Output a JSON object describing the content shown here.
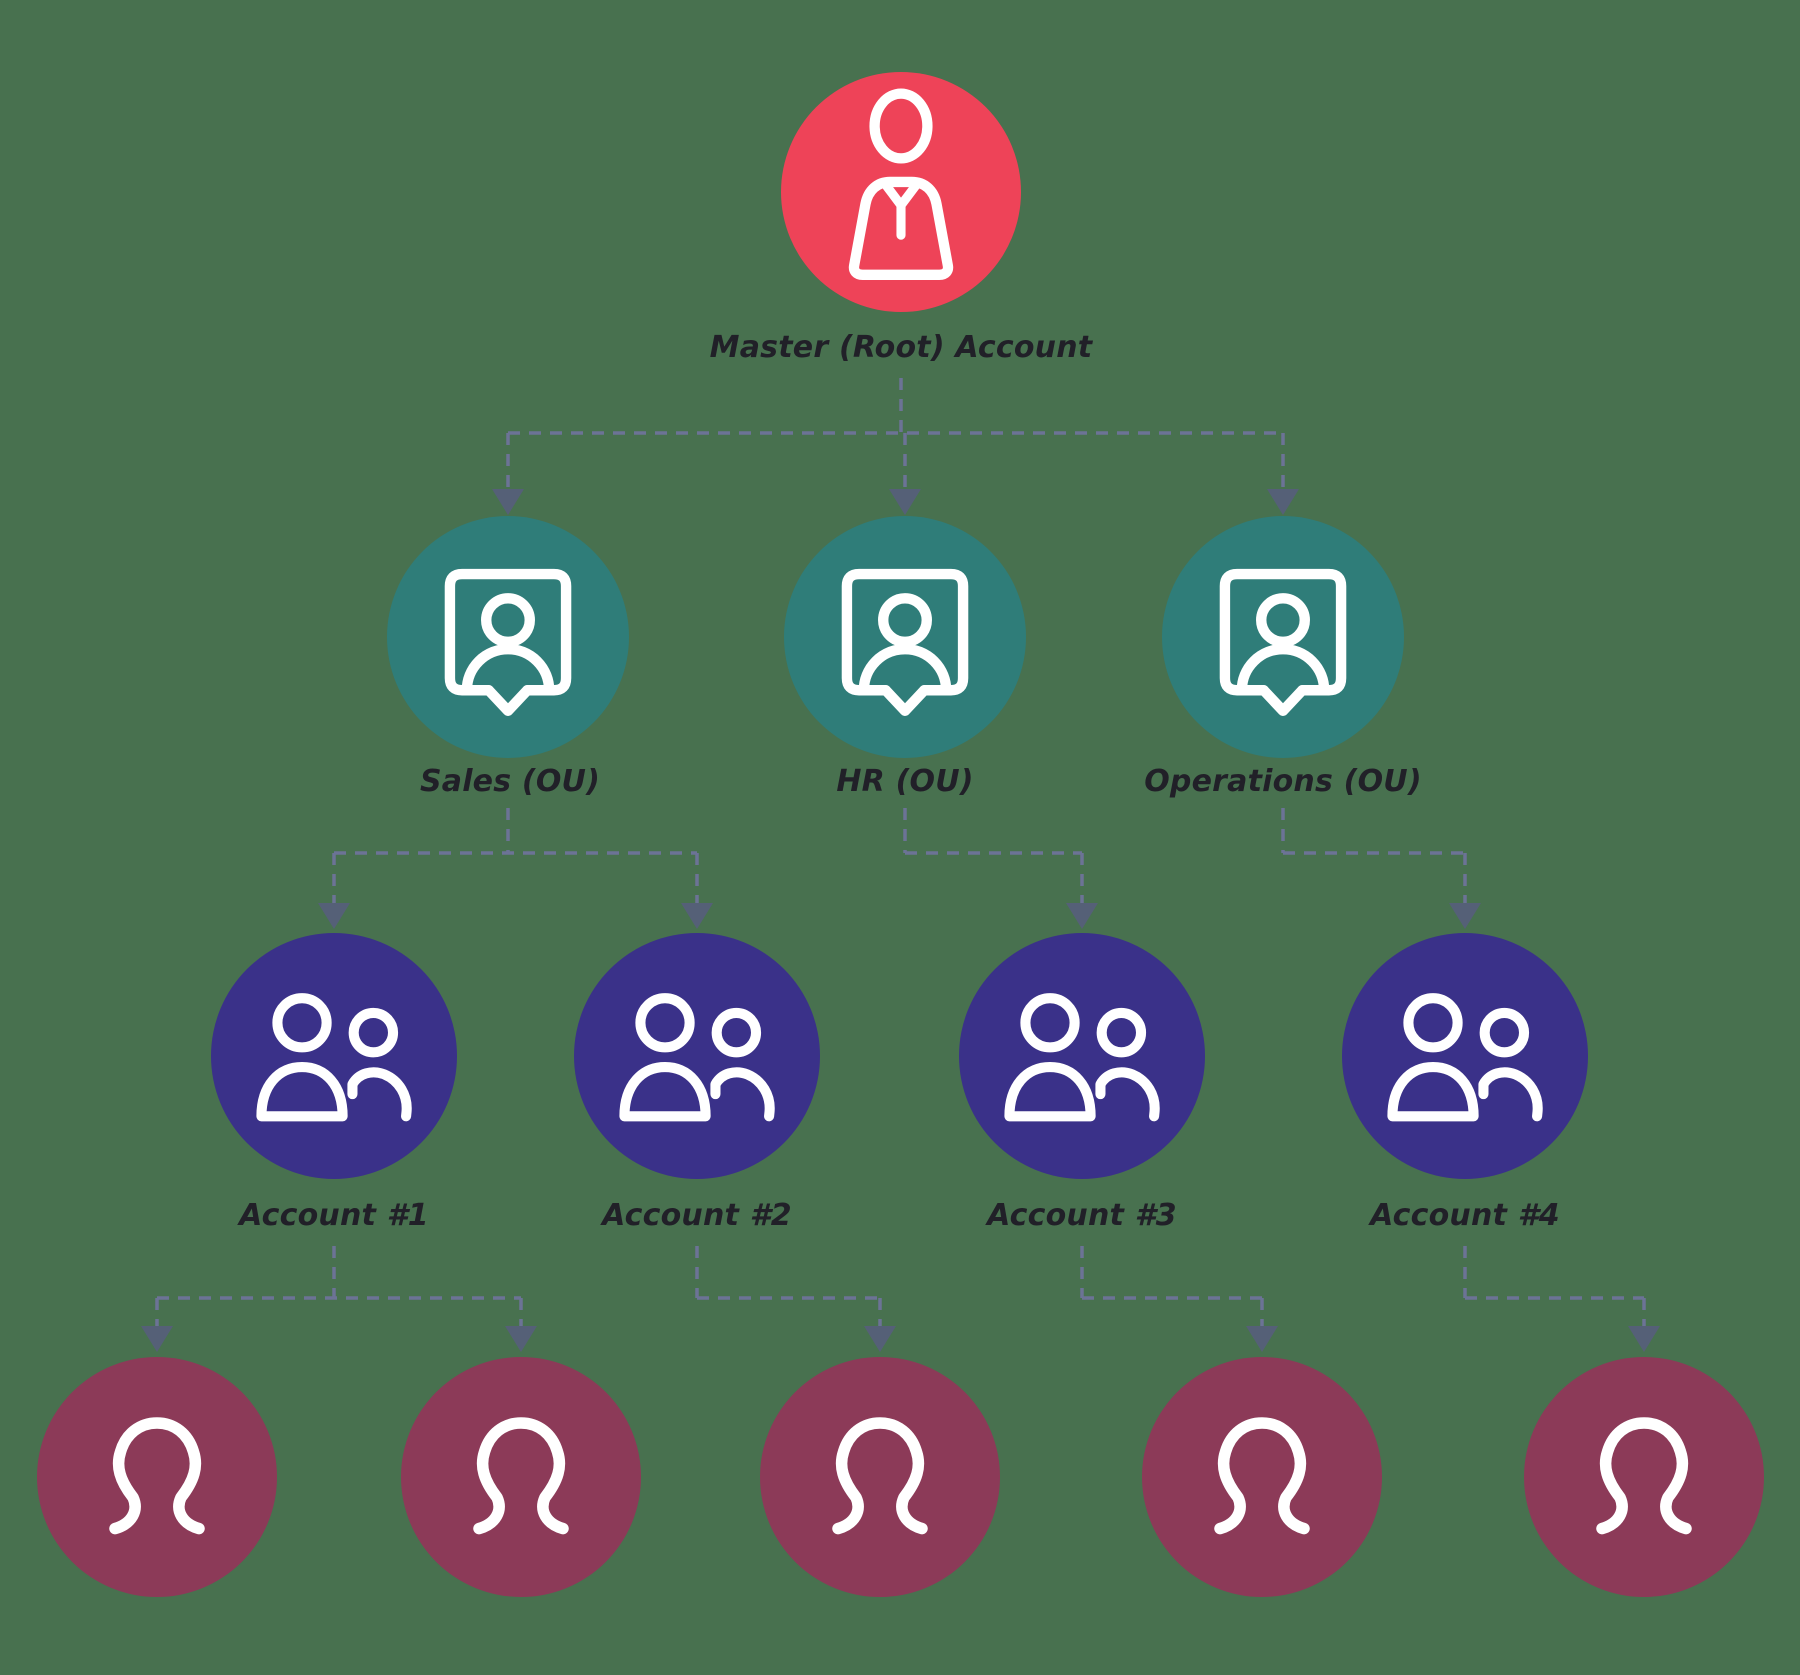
{
  "palette": {
    "bg": "#48714F",
    "node_root": "#EE4358",
    "node_ou": "#2F7D79",
    "node_account": "#3A3189",
    "node_user": "#8C3A58",
    "icon_stroke": "#FFFFFF",
    "connector": "#6C7396",
    "arrowhead": "#556077",
    "label": "#212028"
  },
  "diagram": {
    "root": {
      "label": "Master (Root) Account",
      "icon": "person-icon"
    },
    "ous": [
      {
        "label": "Sales (OU)",
        "icon": "id-badge-user-icon"
      },
      {
        "label": "HR (OU)",
        "icon": "id-badge-user-icon"
      },
      {
        "label": "Operations (OU)",
        "icon": "id-badge-user-icon"
      }
    ],
    "accounts": [
      {
        "label": "Account #1",
        "icon": "two-users-icon"
      },
      {
        "label": "Account #2",
        "icon": "two-users-icon"
      },
      {
        "label": "Account #3",
        "icon": "two-users-icon"
      },
      {
        "label": "Account #4",
        "icon": "two-users-icon"
      }
    ],
    "users": [
      {
        "icon": "user-icon"
      },
      {
        "icon": "user-icon"
      },
      {
        "icon": "user-icon"
      },
      {
        "icon": "user-icon"
      },
      {
        "icon": "user-icon"
      }
    ],
    "hierarchy": [
      {
        "parent": "Master (Root) Account",
        "children": [
          "Sales (OU)",
          "HR (OU)",
          "Operations (OU)"
        ]
      },
      {
        "parent": "Sales (OU)",
        "children": [
          "Account #1",
          "Account #2"
        ]
      },
      {
        "parent": "HR (OU)",
        "children": [
          "Account #3"
        ]
      },
      {
        "parent": "Operations (OU)",
        "children": [
          "Account #4"
        ]
      },
      {
        "parent": "Account #1",
        "children": [
          "user-1",
          "user-2"
        ]
      },
      {
        "parent": "Account #2",
        "children": [
          "user-3"
        ]
      },
      {
        "parent": "Account #3",
        "children": [
          "user-4"
        ]
      },
      {
        "parent": "Account #4",
        "children": [
          "user-5"
        ]
      }
    ]
  }
}
